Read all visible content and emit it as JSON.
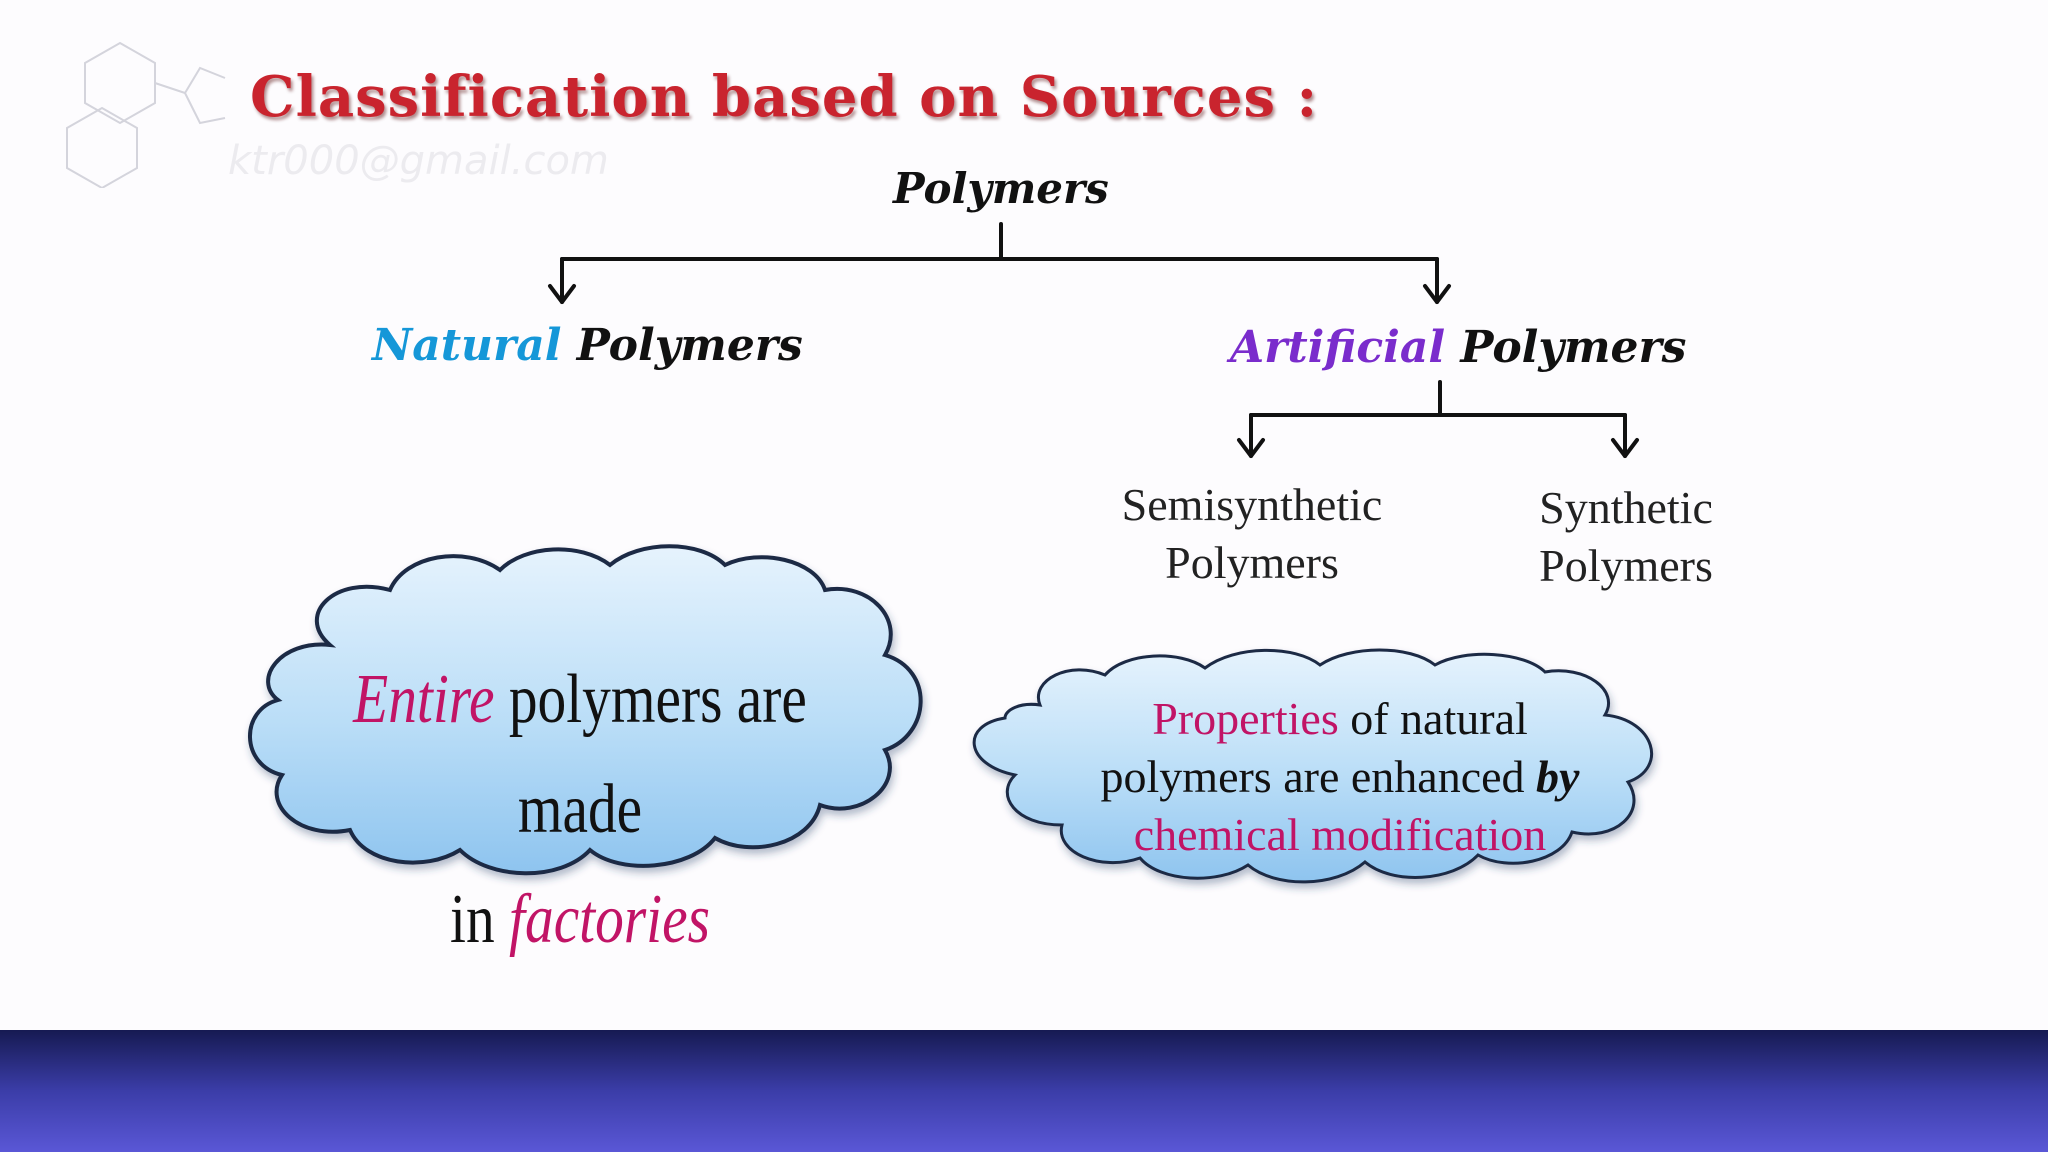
{
  "slide": {
    "title": "Classification based on Sources :",
    "watermark": "ktr000@gmail.com",
    "root": "Polymers",
    "natural": {
      "accent": "Natural",
      "rest": " Polymers"
    },
    "artificial": {
      "accent": "Artificial",
      "rest": " Polymers"
    },
    "semisynthetic": {
      "line1": "Semisynthetic",
      "line2": "Polymers"
    },
    "synthetic": {
      "line1": "Synthetic",
      "line2": "Polymers"
    },
    "cloud_left": {
      "accent1": "Entire",
      "text1": " polymers are made",
      "text2": "in ",
      "accent2": "factories"
    },
    "cloud_right": {
      "accent1": "Properties",
      "text1": " of natural",
      "text2": "polymers are enhanced ",
      "emph": "by",
      "accent2": "chemical modification"
    }
  },
  "colors": {
    "title": "#c9242e",
    "natural": "#1597d8",
    "artificial": "#7a2ccc",
    "cloud_accent": "#c11466",
    "cloud_fill": "#a8d4f4",
    "footer_dark": "#161a52",
    "footer_light": "#5a57d6"
  },
  "icons": [
    "hexagon-molecule-icon",
    "down-arrow-icon"
  ]
}
